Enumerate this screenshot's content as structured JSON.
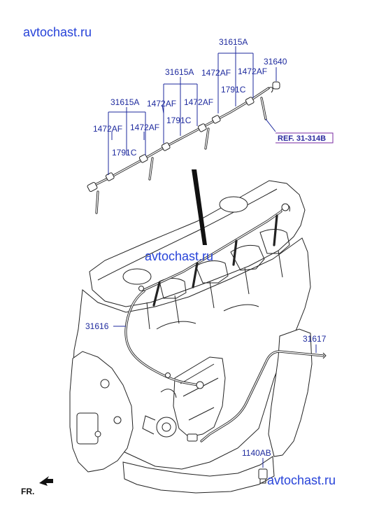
{
  "watermark": {
    "text": "avtochast.ru",
    "color": "#2743d9"
  },
  "labels": {
    "a1": "31615A",
    "a2": "31615A",
    "a3": "31615A",
    "f1": "1472AF",
    "f2": "1472AF",
    "f3": "1472AF",
    "f4": "1472AF",
    "f5": "1472AF",
    "f6": "1472AF",
    "c1": "1791C",
    "c2": "1791C",
    "c3": "1791C",
    "p31640": "31640",
    "ref": "REF. 31-314B",
    "p31616": "31616",
    "p31617": "31617",
    "p1140AB": "1140AB",
    "fr": "FR."
  },
  "colors": {
    "label": "#1e2a9e",
    "ref_box": "#7a2aa0",
    "line": "#222222"
  }
}
